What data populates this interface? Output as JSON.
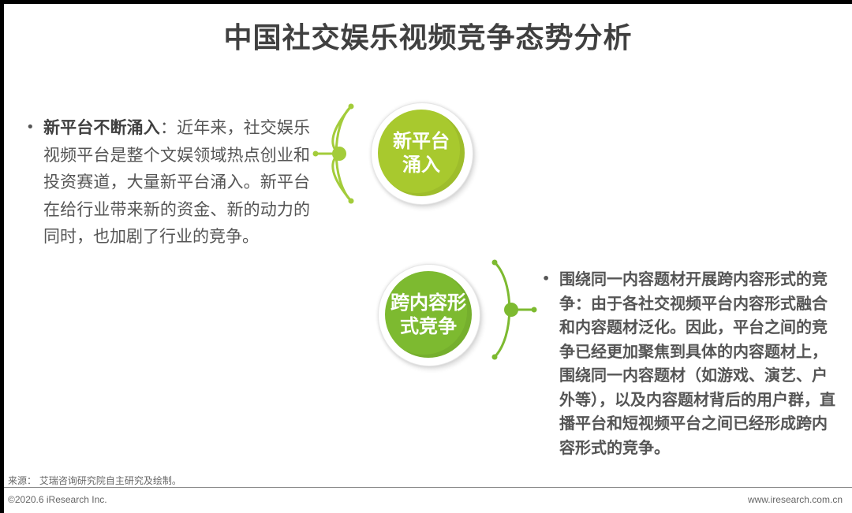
{
  "title": "中国社交娱乐视频竞争态势分析",
  "colors": {
    "accent_lime": "#a8c92e",
    "accent_green": "#7dba30",
    "connector": "#a3cc3a",
    "text": "#555555",
    "title": "#404040"
  },
  "points": [
    {
      "circle_label_line1": "新平台",
      "circle_label_line2": "涌入",
      "heading": "新平台不断涌入",
      "separator": "：",
      "body": "近年来，社交娱乐视频平台是整个文娱领域热点创业和投资赛道，大量新平台涌入。新平台在给行业带来新的资金、新的动力的同时，也加剧了行业的竞争。"
    },
    {
      "circle_label_line1": "跨内容形",
      "circle_label_line2": "式竞争",
      "body": "围绕同一内容题材开展跨内容形式的竞争：由于各社交视频平台内容形式融合和内容题材泛化。因此，平台之间的竞争已经更加聚焦到具体的内容题材上，围绕同一内容题材（如游戏、演艺、户外等），以及内容题材背后的用户群，直播平台和短视频平台之间已经形成跨内容形式的竞争。"
    }
  ],
  "bullet": "•",
  "footer": {
    "source": "来源：  艾瑞咨询研究院自主研究及绘制。",
    "copyright": "©2020.6 iResearch Inc.",
    "url": "www.iresearch.com.cn"
  }
}
